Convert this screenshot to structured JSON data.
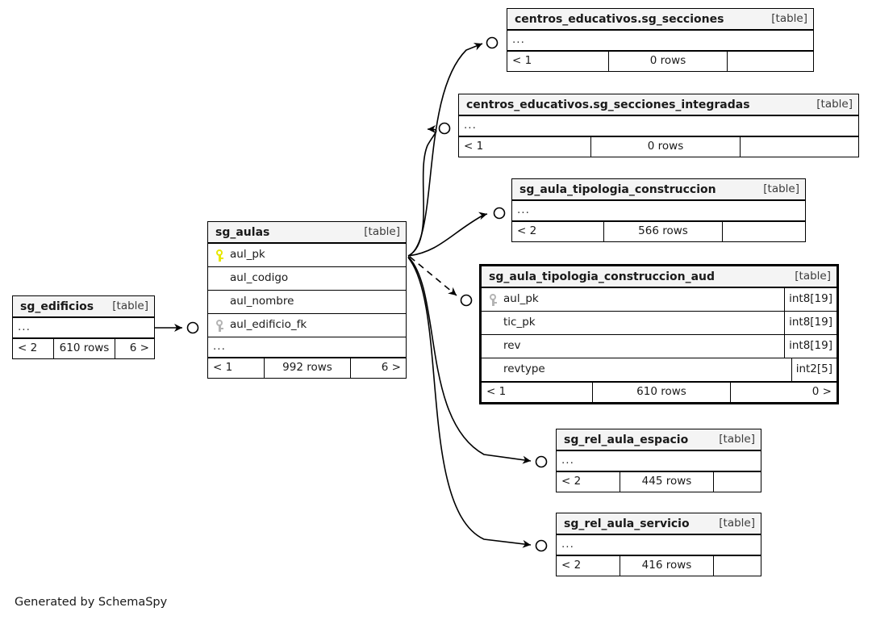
{
  "diagram": {
    "caption": "Generated by SchemaSpy",
    "kind_label": "[table]",
    "ellipsis": "...",
    "colors": {
      "background": "#ffffff",
      "table_border": "#000000",
      "header_fill": "#f4f4f4",
      "edge": "#000000",
      "primary_key_icon": "#e8e800",
      "foreign_key_icon": "#b4b4b4"
    }
  },
  "tables": [
    {
      "id": "sg_secciones",
      "name": "centros_educativos.sg_secciones",
      "kind": "[table]",
      "focal": false,
      "columns": [],
      "has_ellipsis_row": true,
      "footer": {
        "left": "< 1",
        "middle": "0 rows",
        "right": ""
      }
    },
    {
      "id": "sg_secciones_integradas",
      "name": "centros_educativos.sg_secciones_integradas",
      "kind": "[table]",
      "focal": false,
      "columns": [],
      "has_ellipsis_row": true,
      "footer": {
        "left": "< 1",
        "middle": "0 rows",
        "right": ""
      }
    },
    {
      "id": "sg_aula_tipologia_construccion",
      "name": "sg_aula_tipologia_construccion",
      "kind": "[table]",
      "focal": false,
      "columns": [],
      "has_ellipsis_row": true,
      "footer": {
        "left": "< 2",
        "middle": "566 rows",
        "right": ""
      }
    },
    {
      "id": "sg_aula_tipologia_construccion_aud",
      "name": "sg_aula_tipologia_construccion_aud",
      "kind": "[table]",
      "focal": true,
      "columns": [
        {
          "name": "aul_pk",
          "key": "foreign",
          "type": "int8[19]"
        },
        {
          "name": "tic_pk",
          "key": "none",
          "type": "int8[19]"
        },
        {
          "name": "rev",
          "key": "none",
          "type": "int8[19]"
        },
        {
          "name": "revtype",
          "key": "none",
          "type": "int2[5]"
        }
      ],
      "has_ellipsis_row": false,
      "footer": {
        "left": "< 1",
        "middle": "610 rows",
        "right": "0 >"
      }
    },
    {
      "id": "sg_aulas",
      "name": "sg_aulas",
      "kind": "[table]",
      "focal": false,
      "columns": [
        {
          "name": "aul_pk",
          "key": "primary",
          "type": ""
        },
        {
          "name": "aul_codigo",
          "key": "none",
          "type": ""
        },
        {
          "name": "aul_nombre",
          "key": "none",
          "type": ""
        },
        {
          "name": "aul_edificio_fk",
          "key": "foreign",
          "type": ""
        }
      ],
      "has_ellipsis_row": true,
      "footer": {
        "left": "< 1",
        "middle": "992 rows",
        "right": "6 >"
      }
    },
    {
      "id": "sg_edificios",
      "name": "sg_edificios",
      "kind": "[table]",
      "focal": false,
      "columns": [],
      "has_ellipsis_row": true,
      "footer": {
        "left": "< 2",
        "middle": "610 rows",
        "right": "6 >"
      }
    },
    {
      "id": "sg_rel_aula_espacio",
      "name": "sg_rel_aula_espacio",
      "kind": "[table]",
      "focal": false,
      "columns": [],
      "has_ellipsis_row": true,
      "footer": {
        "left": "< 2",
        "middle": "445 rows",
        "right": ""
      }
    },
    {
      "id": "sg_rel_aula_servicio",
      "name": "sg_rel_aula_servicio",
      "kind": "[table]",
      "focal": false,
      "columns": [],
      "has_ellipsis_row": true,
      "footer": {
        "left": "< 2",
        "middle": "416 rows",
        "right": ""
      }
    }
  ],
  "relationships": [
    {
      "from": "sg_aulas",
      "to": "sg_secciones",
      "style": "solid"
    },
    {
      "from": "sg_aulas",
      "to": "sg_secciones_integradas",
      "style": "solid"
    },
    {
      "from": "sg_aulas",
      "to": "sg_aula_tipologia_construccion",
      "style": "solid"
    },
    {
      "from": "sg_aulas",
      "to": "sg_aula_tipologia_construccion_aud",
      "style": "dashed"
    },
    {
      "from": "sg_aulas",
      "to": "sg_rel_aula_espacio",
      "style": "solid"
    },
    {
      "from": "sg_aulas",
      "to": "sg_rel_aula_servicio",
      "style": "solid"
    },
    {
      "from": "sg_edificios",
      "to": "sg_aulas",
      "style": "solid"
    }
  ]
}
